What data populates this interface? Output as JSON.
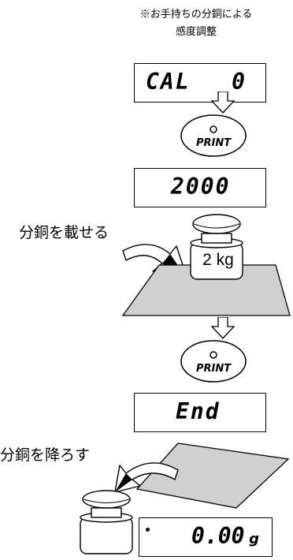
{
  "note": {
    "line1": "※お手持ちの分銅による",
    "line2": "感度調整"
  },
  "displays": {
    "cal_left": "CAL",
    "cal_right": "0",
    "weight_value": "2000",
    "end": "End",
    "final_value": "0.00",
    "final_unit": "g"
  },
  "buttons": {
    "print1": "PRINT",
    "print2": "PRINT"
  },
  "labels": {
    "load_weight": "分銅を載せる",
    "remove_weight": "分銅を降ろす",
    "weight_mark": "2 kg"
  }
}
